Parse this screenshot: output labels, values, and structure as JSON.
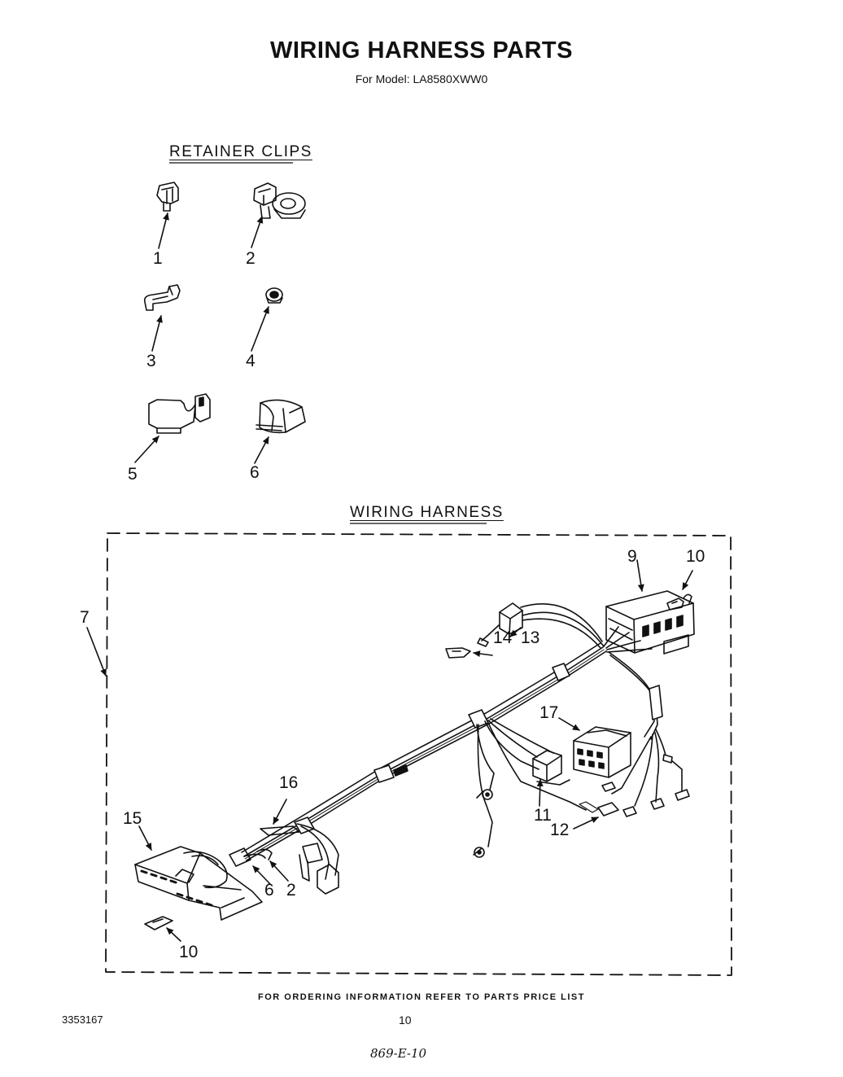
{
  "title": "WIRING HARNESS PARTS",
  "subtitle": "For Model: LA8580XWW0",
  "retainer_clips": {
    "heading": "RETAINER CLIPS",
    "labels": [
      "1",
      "2",
      "3",
      "4",
      "5",
      "6"
    ]
  },
  "wiring_harness": {
    "heading": "WIRING HARNESS",
    "labels": {
      "c7": "7",
      "c9": "9",
      "c10_top": "10",
      "c14": "14",
      "c13": "13",
      "c17": "17",
      "c16": "16",
      "c15": "15",
      "c11": "11",
      "c12": "12",
      "c6": "6",
      "c2": "2",
      "c10_bottom": "10"
    }
  },
  "footer": {
    "note": "FOR ORDERING INFORMATION REFER TO PARTS PRICE LIST",
    "doc_number": "3353167",
    "page_number": "10",
    "handwritten": "869-E-10"
  },
  "colors": {
    "ink": "#111111",
    "paper": "#ffffff"
  }
}
